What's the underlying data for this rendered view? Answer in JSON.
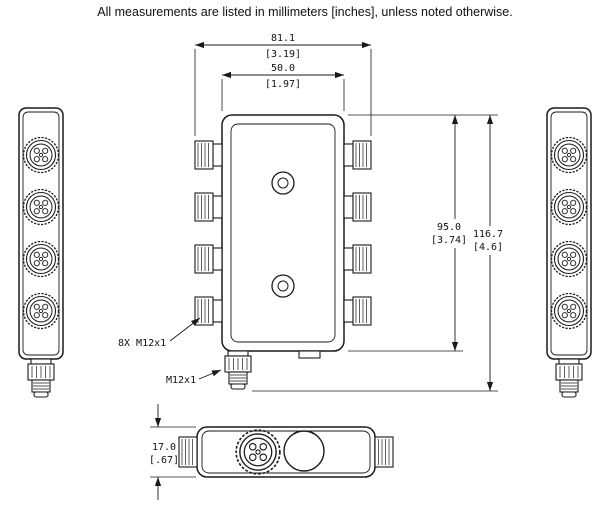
{
  "note": "All measurements are listed in millimeters [inches], unless noted otherwise.",
  "front_view": {
    "dim_width_outer": {
      "mm": "81.1",
      "in": "[3.19]"
    },
    "dim_width_inner": {
      "mm": "50.0",
      "in": "[1.97]"
    },
    "dim_height_body": {
      "mm": "95.0",
      "in": "[3.74]"
    },
    "dim_height_overall": {
      "mm": "116.7",
      "in": "[4.6]"
    },
    "label_ports": "8X M12x1",
    "label_bottom_port": "M12x1"
  },
  "bottom_view": {
    "dim_depth": {
      "mm": "17.0",
      "in": "[.67]"
    }
  },
  "colors": {
    "line": "#1a1a1a",
    "background": "#ffffff"
  }
}
